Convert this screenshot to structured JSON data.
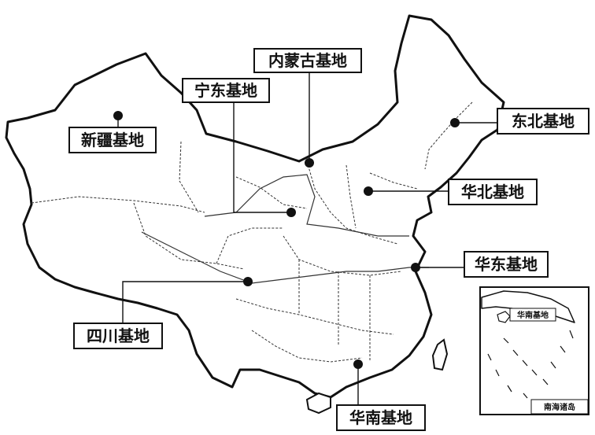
{
  "bases": [
    {
      "id": "xinjiang",
      "label": "新疆基地"
    },
    {
      "id": "neimenggu",
      "label": "内蒙古基地"
    },
    {
      "id": "ningdong",
      "label": "宁东基地"
    },
    {
      "id": "dongbei",
      "label": "东北基地"
    },
    {
      "id": "huabei",
      "label": "华北基地"
    },
    {
      "id": "huadong",
      "label": "华东基地"
    },
    {
      "id": "sichuan",
      "label": "四川基地"
    },
    {
      "id": "huanan",
      "label": "华南基地"
    }
  ],
  "inset": {
    "south_china_sea_label": "南海诸岛",
    "hainan_label": "华南基地"
  },
  "colors": {
    "ink": "#111111",
    "background": "#ffffff"
  }
}
